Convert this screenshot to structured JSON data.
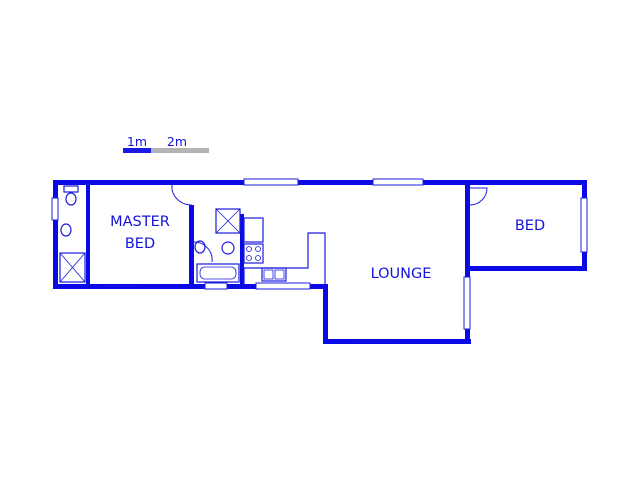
{
  "scale_bar": {
    "label_1": "1m",
    "label_2": "2m"
  },
  "rooms": {
    "master_bed_line1": "MASTER",
    "master_bed_line2": "BED",
    "lounge": "LOUNGE",
    "bed": "BED"
  },
  "colors": {
    "wall": "#0a0ae6",
    "scale_grey": "#b4b4b4"
  }
}
